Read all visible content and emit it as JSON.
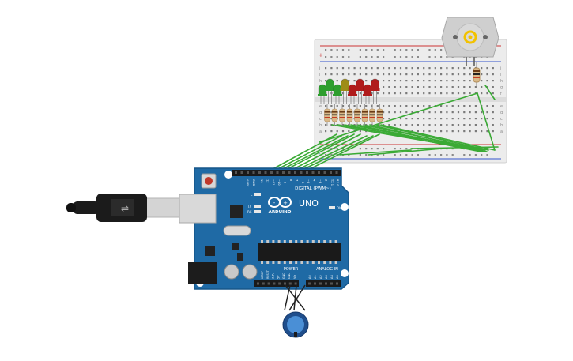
{
  "board": {
    "brand": "ARDUINO",
    "model": "UNO",
    "digital_label": "DIGITAL (PWM~)",
    "power_label": "POWER",
    "analog_label": "ANALOG IN",
    "tx_label": "TX",
    "rx_label": "RX",
    "on_label": "ON",
    "l_label": "L",
    "aref_label": "AREF",
    "gnd_label": "GND",
    "digital_pins": [
      "13",
      "12",
      "~11",
      "~10",
      "~9",
      "8",
      "7",
      "~6",
      "~5",
      "4",
      "~3",
      "2",
      "TX 1",
      "RX 0"
    ],
    "power_pins": [
      "IOREF",
      "RESET",
      "3.3V",
      "5V",
      "GND",
      "GND",
      "Vin"
    ],
    "analog_pins": [
      "A0",
      "A1",
      "A2",
      "A3",
      "A4",
      "A5"
    ]
  },
  "breadboard": {
    "row_letters_top": [
      "j",
      "i",
      "h",
      "g",
      "f"
    ],
    "row_letters_bottom": [
      "e",
      "d",
      "c",
      "b",
      "a"
    ],
    "plus": "+",
    "minus": "-"
  },
  "leds": {
    "colors": [
      "#2e9e2e",
      "#2e9e2e",
      "#2e9e2e",
      "#9e8c17",
      "#b01c1c",
      "#b01c1c",
      "#b01c1c",
      "#b01c1c"
    ]
  },
  "colors": {
    "wire": "#3aaa35",
    "wire_black": "#222222",
    "board_blue": "#1f6aa5",
    "motor_yellow": "#f2c200"
  }
}
